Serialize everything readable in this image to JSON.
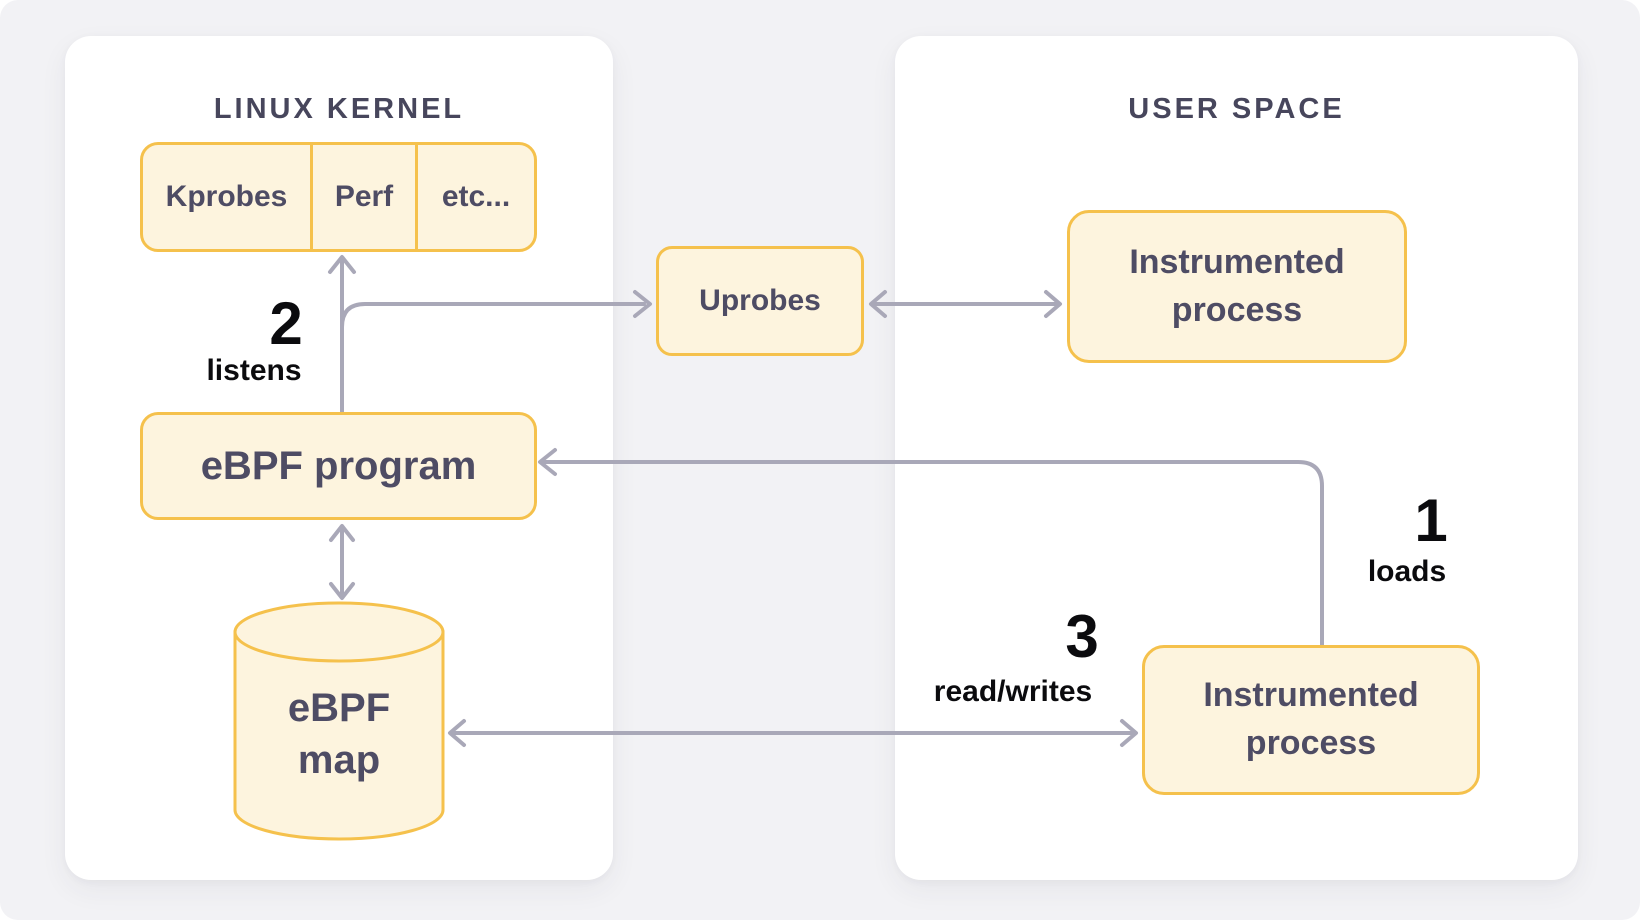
{
  "diagram": {
    "panels": {
      "kernel": {
        "title": "LINUX KERNEL"
      },
      "user_space": {
        "title": "USER SPACE"
      }
    },
    "nodes": {
      "probe_sources": {
        "items": [
          {
            "label": "Kprobes"
          },
          {
            "label": "Perf"
          },
          {
            "label": "etc..."
          }
        ]
      },
      "uprobes": {
        "label": "Uprobes"
      },
      "ebpf_program": {
        "label": "eBPF program"
      },
      "ebpf_map": {
        "label": "eBPF map"
      },
      "instrumented_process_top": {
        "label": "Instrumented process"
      },
      "instrumented_process_bottom": {
        "label": "Instrumented process"
      }
    },
    "annotations": {
      "step_1": {
        "number": "1",
        "label": "loads"
      },
      "step_2": {
        "number": "2",
        "label": "listens"
      },
      "step_3": {
        "number": "3",
        "label": "read/writes"
      }
    },
    "colors": {
      "background": "#F2F2F5",
      "panel": "#FFFFFF",
      "node_fill": "#FDF4DE",
      "node_border": "#F5C14C",
      "node_text": "#4E4C64",
      "panel_title_text": "#47465C",
      "arrow": "#A9A8B8",
      "annotation_text": "#0B0B0E"
    }
  }
}
